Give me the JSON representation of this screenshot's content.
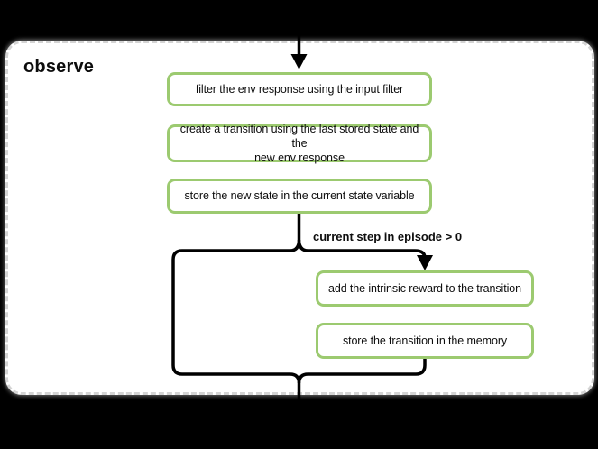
{
  "diagram": {
    "title": "observe",
    "condition_label": "current step in episode > 0",
    "nodes": [
      {
        "id": "filter-env-response",
        "label": "filter the env response using the input filter"
      },
      {
        "id": "create-transition",
        "label": "create a transition using the last stored state and the\nnew env response"
      },
      {
        "id": "store-new-state",
        "label": "store the new state in the current state variable"
      },
      {
        "id": "add-intrinsic-reward",
        "label": "add the intrinsic reward to the transition"
      },
      {
        "id": "store-transition",
        "label": "store the transition in the memory"
      }
    ],
    "colors": {
      "background": "#000000",
      "container_fill": "#ffffff",
      "container_border": "#d4d4d4",
      "node_fill": "#ffffff",
      "node_border": "#9cca70",
      "edge": "#000000",
      "text": "#0d0d0d"
    }
  }
}
